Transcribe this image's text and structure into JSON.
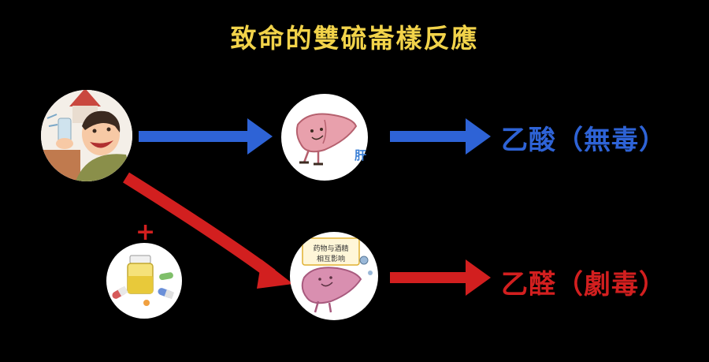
{
  "title": "致命的雙硫崙樣反應",
  "liver_caption": "肝",
  "sign_text": [
    "药物与酒精",
    "相互影响"
  ],
  "plus_sign": "+",
  "outcome_top": "乙酸（無毒）",
  "outcome_bottom": "乙醛（劇毒）",
  "colors": {
    "title": "#f2d34a",
    "blue": "#2e63d6",
    "red": "#d21f1f",
    "plus": "#d21f1f",
    "background": "#000000"
  },
  "icons": {
    "drinker": "drinking-man-icon",
    "liver_healthy": "healthy-liver-icon",
    "medicine": "medicine-bottle-pills-icon",
    "liver_damaged": "damaged-liver-icon"
  }
}
